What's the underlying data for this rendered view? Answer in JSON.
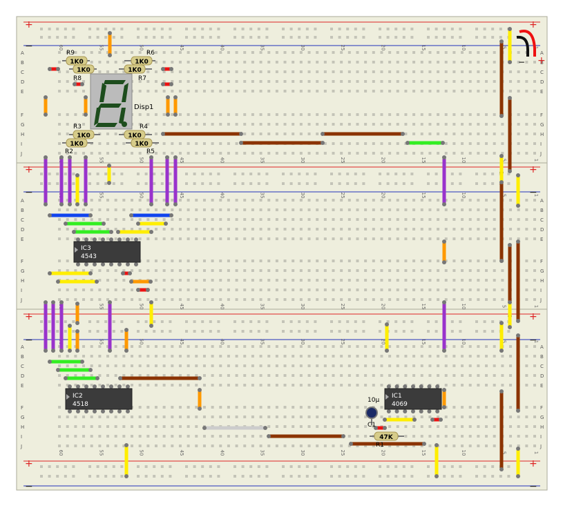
{
  "colors": {
    "board": "#eeeedd",
    "board_edge": "#aaaa99",
    "rail_red": "#dd2222",
    "rail_blue": "#2233bb",
    "hole": "#c4c4b8",
    "pin": "#777777",
    "resistor": "#d6cc8a",
    "chip": "#3b3b3b",
    "display": "#bbbbbb",
    "segment": "#1d4d1d",
    "wire_purple": "#9933cc",
    "wire_brown": "#8b3300",
    "wire_yellow": "#ffee00",
    "wire_orange": "#ff9900",
    "wire_green": "#33ee22",
    "wire_blue": "#1144ee",
    "wire_red": "#ee1111",
    "wire_grey": "#cccccc",
    "wire_black": "#111111"
  },
  "rail_symbols": {
    "plus": "+",
    "minus": "−"
  },
  "row_letters_top": [
    "A",
    "B",
    "C",
    "D",
    "E"
  ],
  "row_letters_bottom": [
    "F",
    "G",
    "H",
    "I",
    "J"
  ],
  "column_numbers": [
    "60",
    "55",
    "50",
    "45",
    "40",
    "35",
    "30",
    "25",
    "20",
    "15",
    "10",
    "5",
    "1"
  ],
  "resistors": [
    {
      "ref": "R9",
      "value": "1K0"
    },
    {
      "ref": "R8",
      "value": "1K0"
    },
    {
      "ref": "R6",
      "value": "1K0"
    },
    {
      "ref": "R7",
      "value": "1K0"
    },
    {
      "ref": "R3",
      "value": "1K0"
    },
    {
      "ref": "R2",
      "value": "1K0"
    },
    {
      "ref": "R4",
      "value": "1K0"
    },
    {
      "ref": "R5",
      "value": "1K0"
    },
    {
      "ref": "R1",
      "value": "47K"
    }
  ],
  "display": {
    "ref": "Disp1"
  },
  "chips": [
    {
      "ref": "IC3",
      "part": "4543"
    },
    {
      "ref": "IC2",
      "part": "4518"
    },
    {
      "ref": "IC1",
      "part": "4069"
    }
  ],
  "capacitor": {
    "ref": "C1",
    "value": "10µ"
  }
}
